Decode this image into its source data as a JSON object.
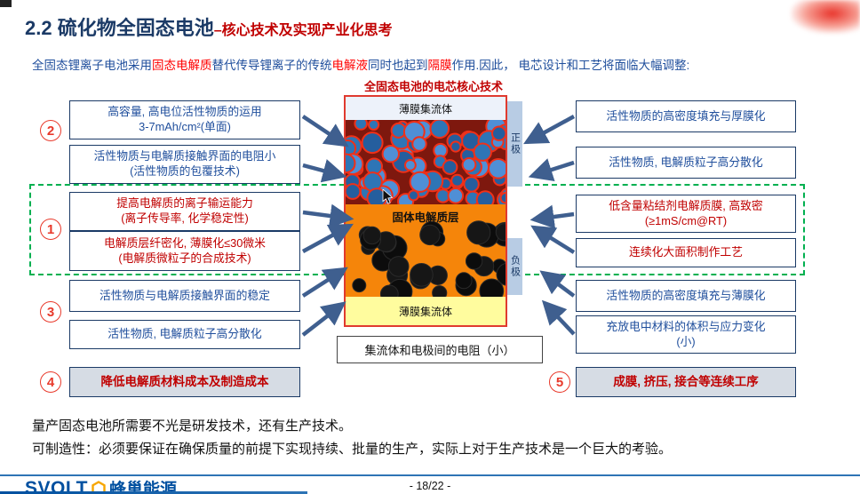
{
  "colors": {
    "title_navy": "#1B3A66",
    "accent_red": "#C00000",
    "bright_red": "#FF0000",
    "blue_text": "#1F4E9C",
    "box_border": "#1B3A66",
    "arrow": "#3F5F8F",
    "green_dash": "#00B050",
    "cathode_bg": "#7E180E",
    "cathode_particle": "#2E75B6",
    "cathode_particle_alt": "#4F8FD6",
    "cathode_particle_dark": "#255E9E",
    "particle_stroke": "#F03018",
    "electrolyte_orange": "#F5850A",
    "anode_particle": "#0C0C0C",
    "collector_yellow": "#FFFC9E",
    "collector_top_bg": "#EDF2FA",
    "electrode_bar_bg": "#B8CCE4",
    "highlight_box_bg": "#D6DCE4",
    "footer_blue": "#2E74B5",
    "logo_blue": "#0050A0",
    "logo_orange": "#F7A600"
  },
  "title": {
    "main": "2.2 硫化物全固态电池",
    "sub": "–核心技术及实现产业化思考"
  },
  "intro": {
    "s1": "全固态锂离子电池采用",
    "s2": "固态电解质",
    "s3": "替代传导锂离子的传统",
    "s4": "电解液",
    "s5": "同时也起到",
    "s6": "隔膜",
    "s7": "作用.因此， 电芯设计和工艺将面临大幅调整:"
  },
  "diagram": {
    "heading": "全固态电池的电芯核心技术",
    "top_collector": "薄膜集流体",
    "electrolyte_layer": "固体电解质层",
    "bottom_collector": "薄膜集流体",
    "cathode_bar": "正极",
    "anode_bar": "负极",
    "resistance_note": "集流体和电极间的电阻（小）"
  },
  "markers": {
    "m1": "1",
    "m2": "2",
    "m3": "3",
    "m4": "4",
    "m5": "5"
  },
  "boxes": {
    "l1": [
      "高容量, 高电位活性物质的运用",
      "3-7mAh/cm²(单面)"
    ],
    "l2": [
      "活性物质与电解质接触界面的电阻小",
      "(活性物质的包覆技术)"
    ],
    "l3": [
      "提高电解质的离子输运能力",
      "(离子传导率, 化学稳定性)"
    ],
    "l4": [
      "电解质层纤密化, 薄膜化≤30微米",
      "(电解质微粒子的合成技术)"
    ],
    "l5": [
      "活性物质与电解质接触界面的稳定"
    ],
    "l6": [
      "活性物质, 电解质粒子高分散化"
    ],
    "l7": [
      "降低电解质材料成本及制造成本"
    ],
    "r1": [
      "活性物质的高密度填充与厚膜化"
    ],
    "r2": [
      "活性物质, 电解质粒子高分散化"
    ],
    "r3": [
      "低含量粘结剂电解质膜, 高致密",
      "(≥1mS/cm@RT)"
    ],
    "r4": [
      "连续化大面积制作工艺"
    ],
    "r5": [
      "活性物质的高密度填充与薄膜化"
    ],
    "r6": [
      "充放电中材料的体积与应力变化",
      "(小)"
    ],
    "r7": [
      "成膜, 挤压, 接合等连续工序"
    ]
  },
  "notes": {
    "line1": "量产固态电池所需要不光是研发技术，还有生产技术。",
    "line2": "可制造性：必须要保证在确保质量的前提下实现持续、批量的生产，实际上对于生产技术是一个巨大的考验。"
  },
  "footer": {
    "logo_en": "SVOLT",
    "logo_cn": "蜂巢能源",
    "page": "- 18/22 -"
  }
}
